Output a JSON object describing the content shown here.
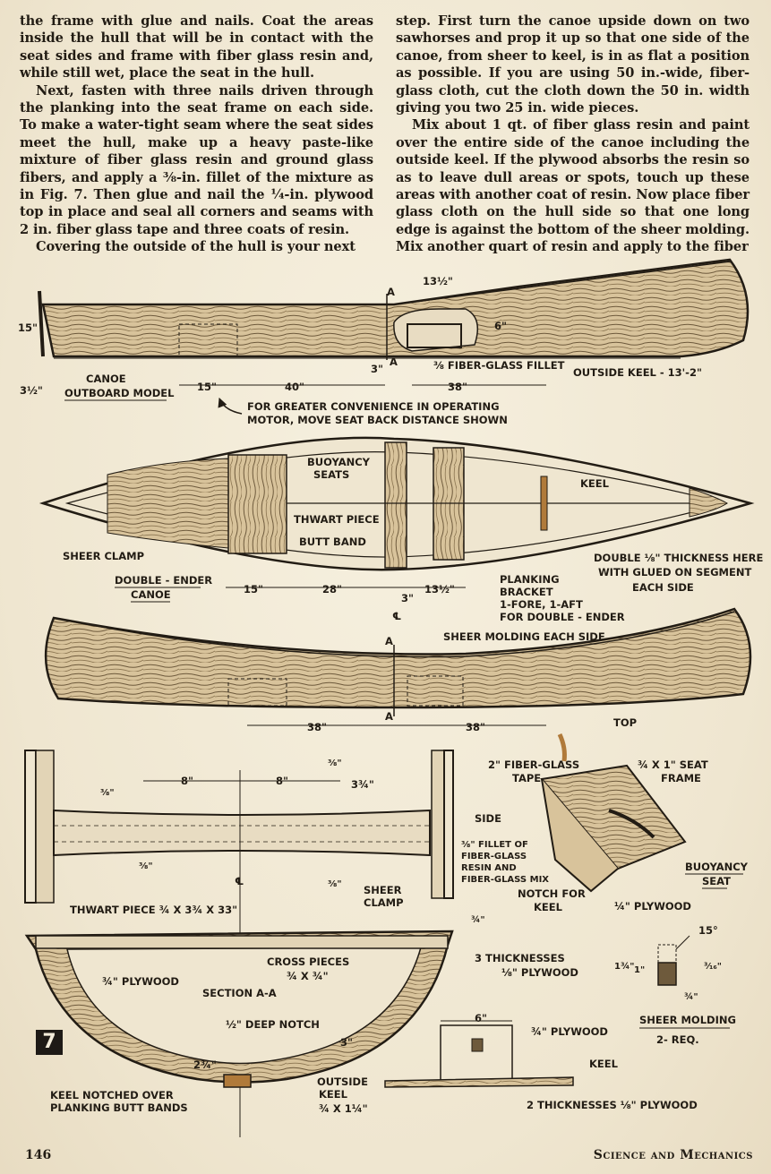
{
  "article": {
    "left_column": [
      "the frame with glue and nails. Coat the areas inside the hull that will be in contact with the seat sides and frame with fiber glass resin and, while still wet, place the seat in the hull.",
      "Next, fasten with three nails driven through the planking into the seat frame on each side. To make a water-tight seam where the seat sides meet the hull, make up a heavy paste-like mixture of fiber glass resin and ground glass fibers, and apply a ⅜-in. fillet of the mixture as in Fig. 7. Then glue and nail the ¼-in. plywood top in place and seal all corners and seams with 2 in. fiber glass tape and three coats of resin.",
      "Covering the outside of the hull is your next"
    ],
    "right_column": [
      "step. First turn the canoe upside down on two sawhorses and prop it up so that one side of the canoe, from sheer to keel, is in as flat a position as possible. If you are using 50 in.-wide, fiber-glass cloth, cut the cloth down the 50 in. width giving you two 25 in. wide pieces.",
      "Mix about 1 qt. of fiber glass resin and paint over the entire side of the canoe including the outside keel. If the plywood absorbs the resin so as to leave dull areas or spots, touch up these areas with another coat of resin. Now place fiber glass cloth on the hull side so that one long edge is against the bottom of the sheer molding. Mix another quart of resin and apply to the fiber"
    ]
  },
  "figure": {
    "number": "7",
    "outboard": {
      "label_line1": "CANOE",
      "label_line2": "OUTBOARD MODEL",
      "dim_height": "15\"",
      "dim_transom": "3½\"",
      "dim_15": "15\"",
      "dim_40": "40\"",
      "dim_38": "38\"",
      "dim_3": "3\"",
      "dim_13half": "13½\"",
      "dim_6": "6\"",
      "section_a": "A",
      "fillet_label": "⅜ FIBER-GLASS FILLET",
      "keel_label": "OUTSIDE KEEL - 13'-2\"",
      "note_line1": "FOR GREATER CONVENIENCE IN OPERATING",
      "note_line2": "MOTOR, MOVE SEAT BACK DISTANCE SHOWN"
    },
    "double_ender": {
      "label_line1": "DOUBLE - ENDER",
      "label_line2": "CANOE",
      "buoyancy_seats_1": "BUOYANCY",
      "buoyancy_seats_2": "SEATS",
      "thwart_piece": "THWART PIECE",
      "butt_band": "BUTT BAND",
      "sheer_clamp": "SHEER CLAMP",
      "keel": "KEEL",
      "planking_bracket_1": "PLANKING",
      "planking_bracket_2": "BRACKET",
      "planking_bracket_3": "1-FORE, 1-AFT",
      "planking_bracket_4": "FOR DOUBLE - ENDER",
      "dim_15": "15\"",
      "dim_28": "28\"",
      "dim_13half": "13½\"",
      "dim_3": "3\"",
      "double_note_1": "DOUBLE ⅛\" THICKNESS HERE",
      "double_note_2": "WITH GLUED ON SEGMENT",
      "double_note_3": "EACH SIDE",
      "centerline": "℄"
    },
    "side_elevation": {
      "sheer_molding": "SHEER MOLDING EACH SIDE",
      "dim_38_left": "38\"",
      "dim_38_right": "38\"",
      "section_a": "A"
    },
    "thwart": {
      "dim_8_left": "8\"",
      "dim_8_right": "8\"",
      "dim_3_8_a": "⅜\"",
      "dim_3_8_b": "⅜\"",
      "dim_3_8_c": "⅜\"",
      "dim_3_8_d": "⅜\"",
      "dim_3_3_4": "3¾\"",
      "label": "THWART PIECE ¾ X 3¾ X 33\"",
      "sheer_clamp_1": "SHEER",
      "sheer_clamp_2": "CLAMP",
      "centerline": "℄"
    },
    "seat": {
      "top": "TOP",
      "tape_1": "2\" FIBER-GLASS",
      "tape_2": "TAPE",
      "frame_1": "¾ X 1\" SEAT",
      "frame_2": "FRAME",
      "side": "SIDE",
      "fillet_1": "⅜\" FILLET OF",
      "fillet_2": "FIBER-GLASS",
      "fillet_3": "RESIN AND",
      "fillet_4": "FIBER-GLASS MIX",
      "notch_1": "NOTCH  FOR",
      "notch_2": "KEEL",
      "plywood": "¼\" PLYWOOD",
      "buoyancy_1": "BUOYANCY",
      "buoyancy_2": "SEAT"
    },
    "section": {
      "dim_3_4": "¾\"",
      "cross_pieces_1": "CROSS  PIECES",
      "cross_pieces_2": "¾ X ¾\"",
      "plywood_3_4": "¾\" PLYWOOD",
      "section_label": "SECTION A-A",
      "thicknesses_1": "3 THICKNESSES",
      "thicknesses_2": "⅛\" PLYWOOD",
      "notch": "½\" DEEP NOTCH",
      "dim_3": "3\"",
      "dim_2_3_4": "2¾\"",
      "keel_notched_1": "KEEL NOTCHED OVER",
      "keel_notched_2": "PLANKING BUTT BANDS",
      "outside_keel_1": "OUTSIDE",
      "outside_keel_2": "KEEL",
      "outside_keel_3": "¾ X 1¼\""
    },
    "molding": {
      "angle": "15°",
      "dim_1_3_4": "1¾\"",
      "dim_1": "1\"",
      "dim_3_16": "³⁄₁₆\"",
      "dim_3_4": "¾\"",
      "label_1": "SHEER MOLDING",
      "label_2": "2- REQ."
    },
    "keel_detail": {
      "dim_6": "6\"",
      "plywood": "¾\" PLYWOOD",
      "keel": "KEEL",
      "thicknesses": "2 THICKNESSES ⅛\" PLYWOOD"
    }
  },
  "footer": {
    "page_number": "146",
    "magazine": "Science and Mechanics"
  }
}
